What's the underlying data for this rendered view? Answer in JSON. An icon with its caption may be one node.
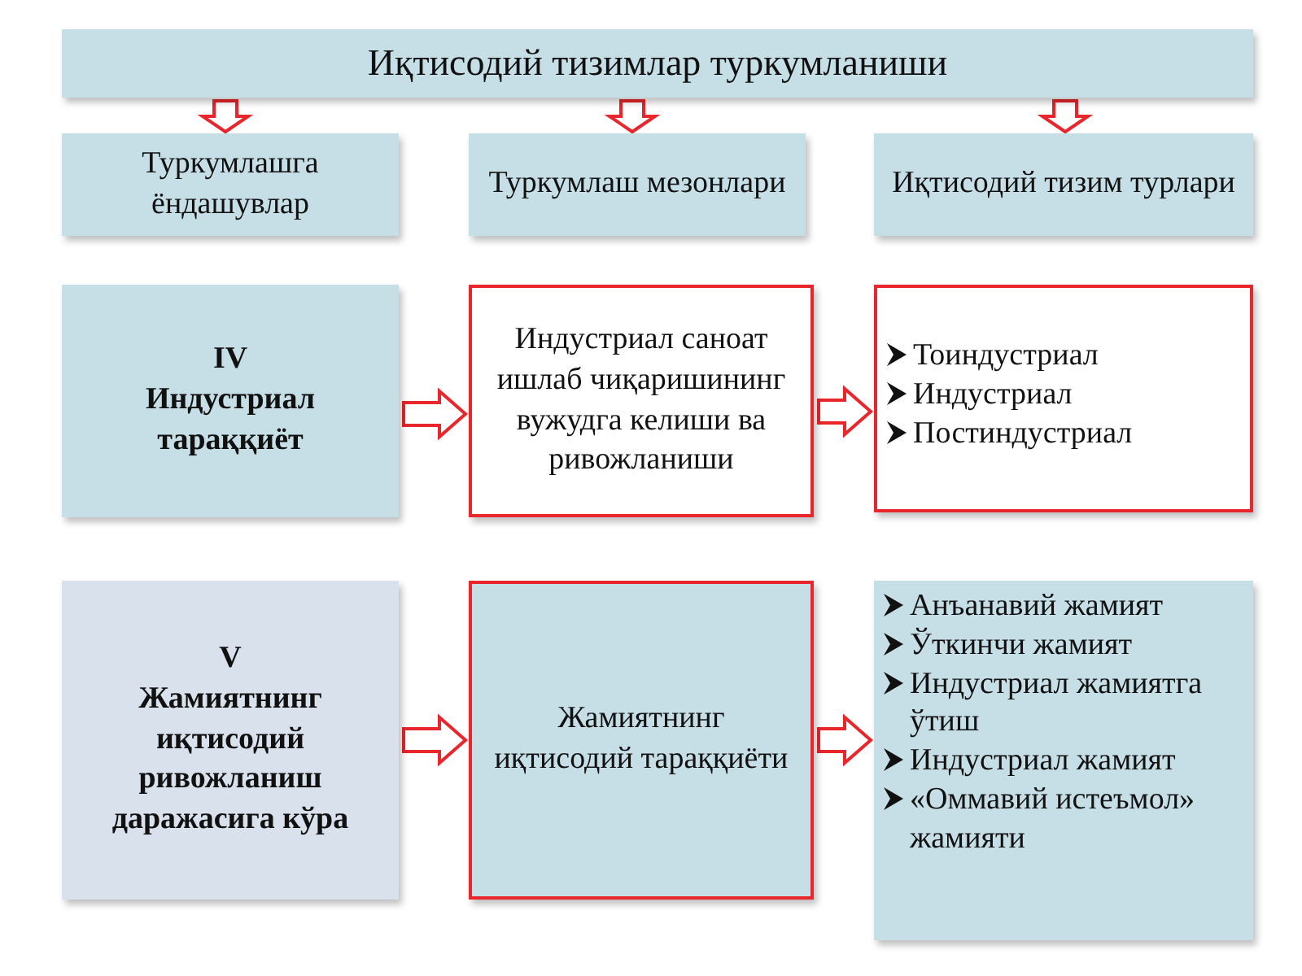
{
  "diagram": {
    "nodes": [
      {
        "text": [
          "Иқтисодий тизимлар туркумланиши"
        ]
      },
      {
        "text": [
          "Туркумлашга ёндашувлар"
        ]
      },
      {
        "text": [
          "Туркумлаш мезонлари"
        ]
      },
      {
        "text": [
          "Иқтисодий тизим турлари"
        ]
      },
      {
        "text": [
          "IV",
          "Индустриал тараққиёт"
        ]
      },
      {
        "text": [
          "Индустриал саноат ишлаб чиқаришининг вужудга келиши ва ривожланиши"
        ]
      },
      {
        "text": [
          "Тоиндустриал",
          "Индустриал",
          "Постиндустриал"
        ]
      },
      {
        "text": [
          "V",
          "Жамиятнинг иқтисодий ривожланиш даражасига кўра"
        ]
      },
      {
        "text": [
          "Жамиятнинг иқтисодий тараққиёти"
        ]
      },
      {
        "text": [
          "Анъанавий жамият",
          "Ўткинчи жамият",
          "Индустриал жамиятга ўтиш",
          "Индустриал жамият",
          "«Оммавий истеъмол» жамияти"
        ]
      }
    ],
    "edges": [
      {
        "from": 0,
        "to": 1,
        "arrow": "to"
      },
      {
        "from": 0,
        "to": 2,
        "arrow": "to"
      },
      {
        "from": 0,
        "to": 3,
        "arrow": "to"
      },
      {
        "from": 4,
        "to": 5,
        "arrow": "to"
      },
      {
        "from": 5,
        "to": 6,
        "arrow": "to"
      },
      {
        "from": 7,
        "to": 8,
        "arrow": "to"
      },
      {
        "from": 8,
        "to": 9,
        "arrow": "to"
      }
    ]
  }
}
